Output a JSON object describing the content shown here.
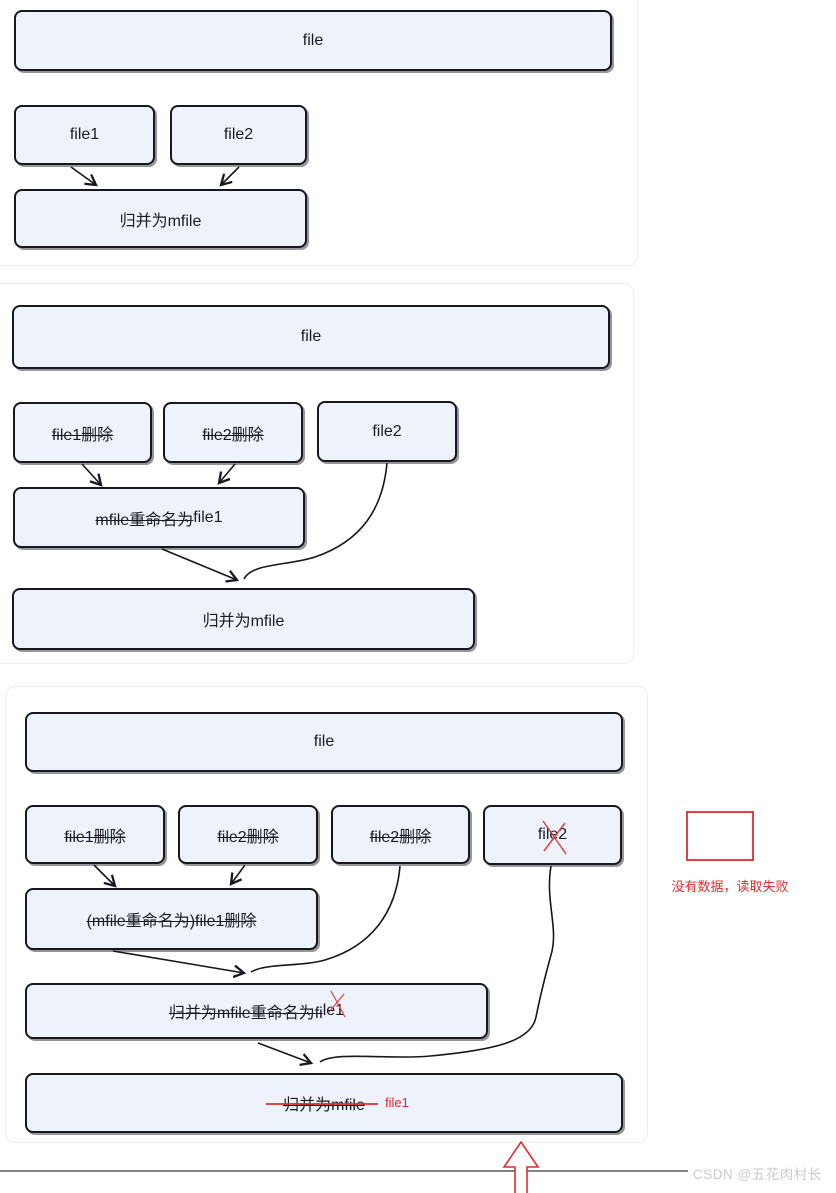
{
  "colors": {
    "box_fill": "#edf2fb",
    "box_border": "#17171f",
    "accent_red": "#e02c2c",
    "card_border": "#ededed",
    "divider_gray": "#6f6f6f",
    "watermark_gray": "#cbcbcb"
  },
  "diagram1": {
    "file": "file",
    "file1": "file1",
    "file2": "file2",
    "merge": "归并为mfile"
  },
  "diagram2": {
    "file": "file",
    "file1_deleted": "file1删除",
    "file2_deleted": "file2删除",
    "file2": "file2",
    "rename_struck": "mfile重命名为",
    "rename_kept": "file1",
    "merge": "归并为mfile"
  },
  "diagram3": {
    "file": "file",
    "file1_deleted": "file1删除",
    "file2_deleted_a": "file2删除",
    "file2_deleted_b": "file2删除",
    "file2": "file2",
    "rename_deleted": "(mfile重命名为)file1删除",
    "merge_rename_struck": "归并为mfile重命名为fi",
    "merge_rename_kept": "le1",
    "merge_struck": "归并为mfile",
    "merge_red_note": "file1"
  },
  "side_note": {
    "text": "没有数据，读取失败"
  },
  "watermark": {
    "text": "CSDN @五花肉村长"
  }
}
